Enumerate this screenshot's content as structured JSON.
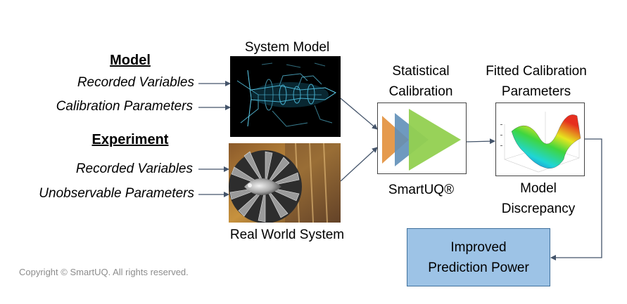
{
  "inputs": {
    "model_heading": "Model",
    "model_vars": [
      "Recorded Variables",
      "Calibration Parameters"
    ],
    "experiment_heading": "Experiment",
    "experiment_vars": [
      "Recorded Variables",
      "Unobservable Parameters"
    ]
  },
  "system_model_label": "System Model",
  "real_world_label": "Real World System",
  "calibration": {
    "title_lines": [
      "Statistical",
      "Calibration"
    ],
    "brand": "SmartUQ®"
  },
  "fitted": {
    "title_lines": [
      "Fitted Calibration",
      "Parameters"
    ],
    "discrepancy_lines": [
      "Model",
      "Discrepancy"
    ]
  },
  "output": {
    "lines": [
      "Improved",
      "Prediction Power"
    ]
  },
  "copyright": "Copyright © SmartUQ.  All rights reserved.",
  "colors": {
    "arrow": "#44546a",
    "prediction_fill": "#9dc3e6",
    "triangle_orange": "#e59a4d",
    "triangle_blue": "#5f8fb8",
    "triangle_green": "#92d050"
  }
}
